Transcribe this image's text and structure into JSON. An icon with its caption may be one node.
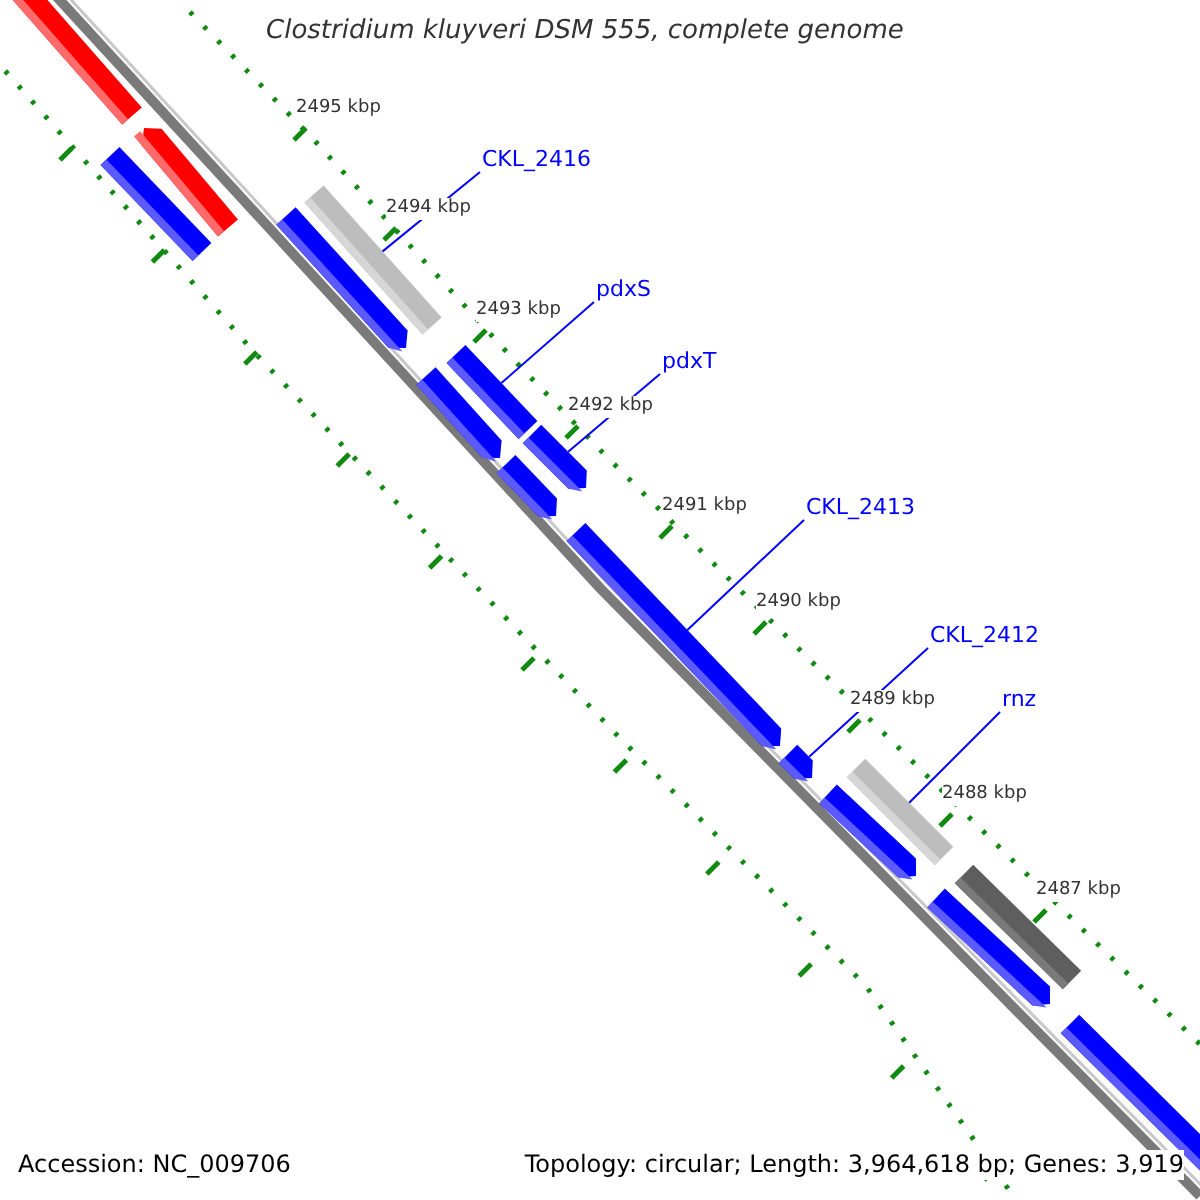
{
  "diagram": {
    "title": "Clostridium kluyveri DSM 555, complete genome",
    "nodes": [
      {
        "text": [
          "CKL_2416"
        ]
      },
      {
        "text": [
          "pdxS"
        ]
      },
      {
        "text": [
          "pdxT"
        ]
      },
      {
        "text": [
          "CKL_2413"
        ]
      },
      {
        "text": [
          "CKL_2412"
        ]
      },
      {
        "text": [
          "rnz"
        ]
      },
      {
        "text": [],
        "shape": "bar"
      },
      {
        "text": [],
        "shape": "bar"
      },
      {
        "text": [],
        "shape": "bar"
      },
      {
        "text": [],
        "shape": "bar"
      },
      {
        "text": [],
        "shape": "bar"
      },
      {
        "text": [],
        "shape": "bar"
      }
    ],
    "edges": [
      {
        "from": 0,
        "to": 6,
        "arrow": "none"
      },
      {
        "from": 1,
        "to": 7,
        "arrow": "none"
      },
      {
        "from": 2,
        "to": 8,
        "arrow": "none"
      },
      {
        "from": 3,
        "to": 9,
        "arrow": "none"
      },
      {
        "from": 4,
        "to": 10,
        "arrow": "none"
      },
      {
        "from": 5,
        "to": 11,
        "arrow": "none"
      }
    ],
    "labels": [
      "2495 kbp",
      "2494 kbp",
      "2493 kbp",
      "2492 kbp",
      "2491 kbp",
      "2490 kbp",
      "2489 kbp",
      "2488 kbp",
      "2487 kbp",
      "Accession: NC_009706",
      "Topology: circular; Length: 3,964,618 bp; Genes: 3,919"
    ]
  }
}
